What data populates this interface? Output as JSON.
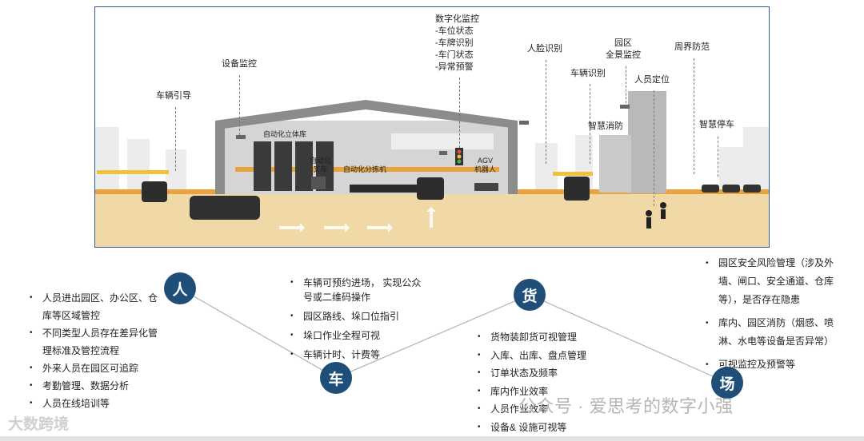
{
  "scene": {
    "labels": {
      "vehicle_guidance": "车辆引导",
      "equipment_monitor": "设备监控",
      "digital_monitor": [
        "数字化监控",
        "-车位状态",
        "-车牌识别",
        "-车门状态",
        "-异常预警"
      ],
      "face_recognition": "人脸识别",
      "vehicle_recognition": "车辆识别",
      "park_panorama": [
        "园区",
        "全景监控"
      ],
      "personnel_location": "人员定位",
      "perimeter_defense": "周界防范",
      "smart_fire": "智慧消防",
      "smart_parking": "智慧停车",
      "auto_warehouse": "自动化立体库",
      "auto_forklift": [
        "自动化",
        "叉车"
      ],
      "auto_sorter": "自动化分拣机",
      "agv_robot": [
        "AGV",
        "机器人"
      ]
    }
  },
  "nodes": {
    "person": "人",
    "vehicle": "车",
    "goods": "货",
    "site": "场"
  },
  "lists": {
    "person": [
      [
        "人员进出园区、办公区、仓",
        "库等区域管控"
      ],
      [
        "不同类型人员存在差异化管",
        "理标准及管控流程"
      ],
      [
        "外来人员在园区可追踪"
      ],
      [
        "考勤管理、数据分析"
      ],
      [
        "人员在线培训等"
      ]
    ],
    "vehicle": [
      [
        "车辆可预约进场， 实现公众",
        "号或二维码操作"
      ],
      [
        "园区路线、垛口位指引"
      ],
      [
        "垛口作业全程可视"
      ],
      [
        "车辆计时、计费等"
      ]
    ],
    "goods": [
      [
        "货物装卸货可视管理"
      ],
      [
        "入库、出库、盘点管理"
      ],
      [
        "订单状态及频率"
      ],
      [
        "库内作业效率"
      ],
      [
        "人员作业效率"
      ],
      [
        "设备& 设施可视等"
      ]
    ],
    "site": [
      [
        "园区安全风险管理（涉及外",
        "墙、闸口、安全通道、仓库",
        "等），是否存在隐患"
      ],
      [
        "库内、园区消防（烟感、喷",
        "淋、水电等设备是否异常）"
      ],
      [
        "可视监控及预警等"
      ]
    ]
  },
  "watermarks": {
    "wechat": "公众号 · 爱思考的数字小强",
    "brand": "大数跨境"
  },
  "colors": {
    "node": "#1f4e79",
    "frame": "#2b5c93",
    "ground": "#f1d9a7",
    "accent": "#e8a33c"
  }
}
